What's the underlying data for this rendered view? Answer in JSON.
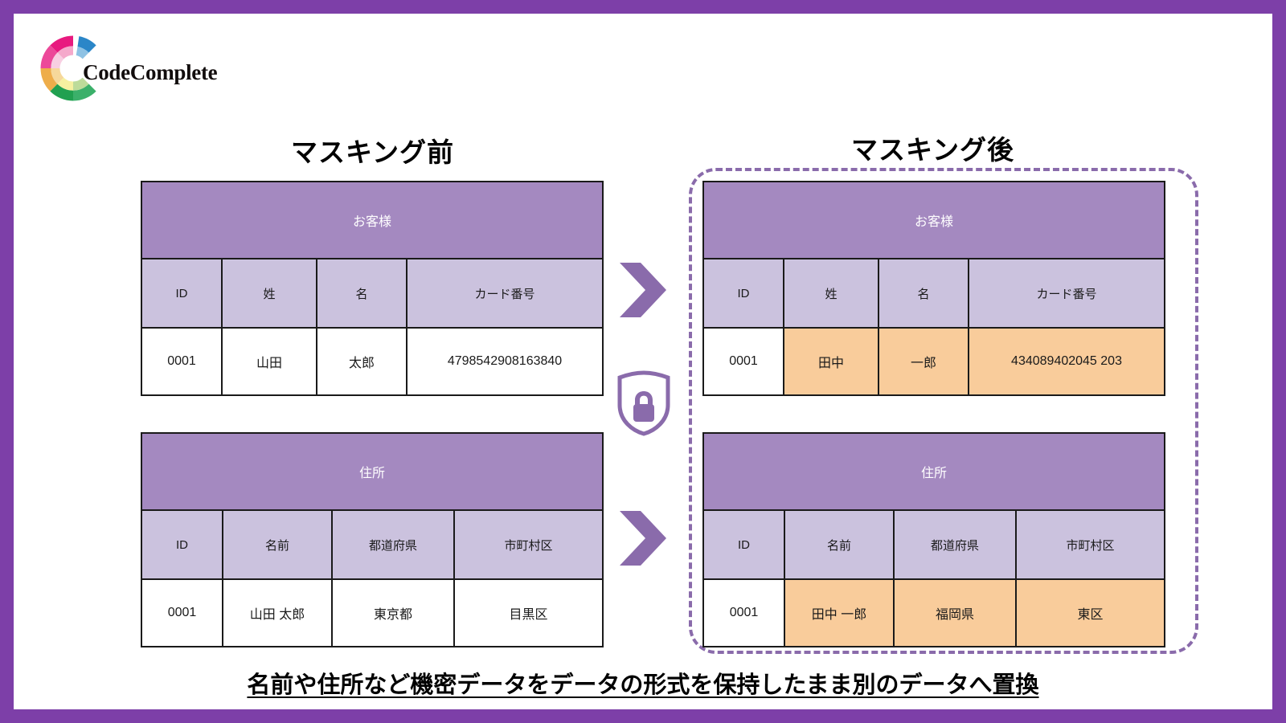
{
  "brand": {
    "name": "CodeComplete",
    "logo_icon": "codecomplete-ring-logo",
    "colors": {
      "frame_purple": "#7d3fa8",
      "table_title_purple": "#a489c0",
      "table_header_lavender": "#cbc2de",
      "masked_orange": "#f9cc9b",
      "accent_purple": "#8a6bab"
    }
  },
  "sections": {
    "before": {
      "title": "マスキング前"
    },
    "after": {
      "title": "マスキング後"
    }
  },
  "icons": {
    "arrow_top": "chevron-right-icon",
    "arrow_bottom": "chevron-right-icon",
    "shield_lock": "shield-lock-icon"
  },
  "tables": {
    "customer_before": {
      "title": "お客様",
      "columns": [
        "ID",
        "姓",
        "名",
        "カード番号"
      ],
      "rows": [
        {
          "cells": [
            "0001",
            "山田",
            "太郎",
            "4798542908163840"
          ],
          "masked": [
            false,
            false,
            false,
            false
          ]
        }
      ]
    },
    "customer_after": {
      "title": "お客様",
      "columns": [
        "ID",
        "姓",
        "名",
        "カード番号"
      ],
      "rows": [
        {
          "cells": [
            "0001",
            "田中",
            "一郎",
            "434089402045 203"
          ],
          "masked": [
            false,
            true,
            true,
            true
          ]
        }
      ]
    },
    "address_before": {
      "title": "住所",
      "columns": [
        "ID",
        "名前",
        "都道府県",
        "市町村区"
      ],
      "rows": [
        {
          "cells": [
            "0001",
            "山田 太郎",
            "東京都",
            "目黒区"
          ],
          "masked": [
            false,
            false,
            false,
            false
          ]
        }
      ]
    },
    "address_after": {
      "title": "住所",
      "columns": [
        "ID",
        "名前",
        "都道府県",
        "市町村区"
      ],
      "rows": [
        {
          "cells": [
            "0001",
            "田中 一郎",
            "福岡県",
            "東区"
          ],
          "masked": [
            false,
            true,
            true,
            true
          ]
        }
      ]
    }
  },
  "caption": "名前や住所など機密データをデータの形式を保持したまま別のデータへ置換"
}
